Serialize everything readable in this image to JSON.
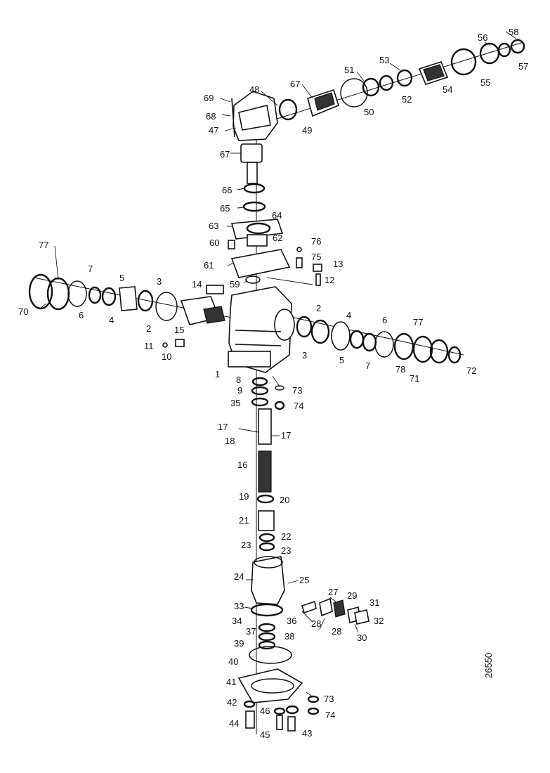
{
  "document_number": "26550",
  "callouts": [
    "1",
    "2",
    "2",
    "3",
    "3",
    "4",
    "4",
    "5",
    "5",
    "6",
    "6",
    "7",
    "7",
    "8",
    "9",
    "10",
    "11",
    "12",
    "13",
    "14",
    "15",
    "16",
    "17",
    "17",
    "18",
    "19",
    "20",
    "21",
    "22",
    "23",
    "23",
    "24",
    "25",
    "27",
    "28",
    "28",
    "29",
    "30",
    "31",
    "32",
    "33",
    "34",
    "35",
    "36",
    "37",
    "38",
    "39",
    "40",
    "41",
    "42",
    "43",
    "44",
    "45",
    "46",
    "47",
    "48",
    "49",
    "50",
    "51",
    "52",
    "53",
    "54",
    "55",
    "56",
    "57",
    "58",
    "59",
    "60",
    "61",
    "62",
    "63",
    "64",
    "65",
    "66",
    "67",
    "67",
    "68",
    "69",
    "70",
    "71",
    "72",
    "73",
    "73",
    "74",
    "74",
    "75",
    "76",
    "77",
    "77",
    "78"
  ]
}
